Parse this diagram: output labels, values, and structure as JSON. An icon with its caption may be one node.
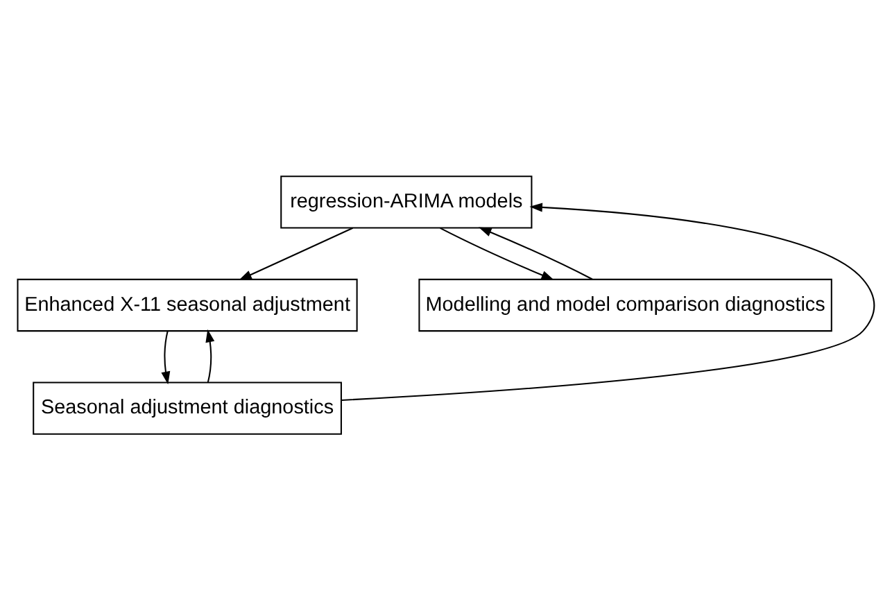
{
  "diagram": {
    "nodes": [
      {
        "text": [
          "regression-ARIMA models"
        ]
      },
      {
        "text": [
          "Enhanced X-11 seasonal adjustment"
        ]
      },
      {
        "text": [
          "Modelling and model comparison diagnostics"
        ]
      },
      {
        "text": [
          "Seasonal adjustment diagnostics"
        ]
      }
    ],
    "edges": [
      {
        "from": 0,
        "to": 1,
        "arrow": "to"
      },
      {
        "from": 0,
        "to": 2,
        "arrow": "to"
      },
      {
        "from": 1,
        "to": 3,
        "arrow": "to"
      },
      {
        "from": 3,
        "to": 1,
        "arrow": "to"
      },
      {
        "from": 2,
        "to": 0,
        "arrow": "to"
      },
      {
        "from": 3,
        "to": 0,
        "arrow": "to"
      }
    ]
  }
}
